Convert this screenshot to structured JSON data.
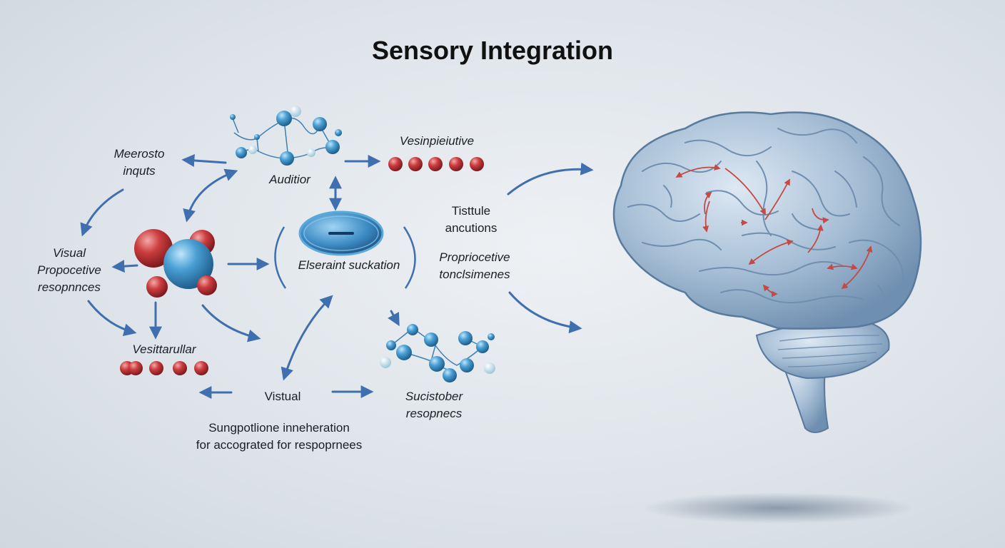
{
  "title": "Sensory Integration",
  "labels": {
    "meerosto": [
      "Meerosto",
      "inquts"
    ],
    "auditior": "Auditior",
    "vesinpieiutive": "Vesinpieiutive",
    "visual_prop": [
      "Visual",
      "Propocetive",
      "resopnnces"
    ],
    "elseraint": "Elseraint suckation",
    "tisttule": [
      "Tisttule",
      "ancutions"
    ],
    "proprioccetive": [
      "Propriocetive",
      "tonclsimenes"
    ],
    "vesittarullar": "Vesittarullar",
    "vistual": "Vistual",
    "sucistober": [
      "Sucistober",
      "resopnecs"
    ],
    "bottom": [
      "Sungpotlione inneheration",
      "for accograted for respoprnees"
    ]
  },
  "colors": {
    "arrow": "#3f6fae",
    "sphere_blue": "#3f93c8",
    "sphere_red": "#c8383b",
    "brain": "#a9c2da",
    "brain_arrow": "#c44a45"
  }
}
